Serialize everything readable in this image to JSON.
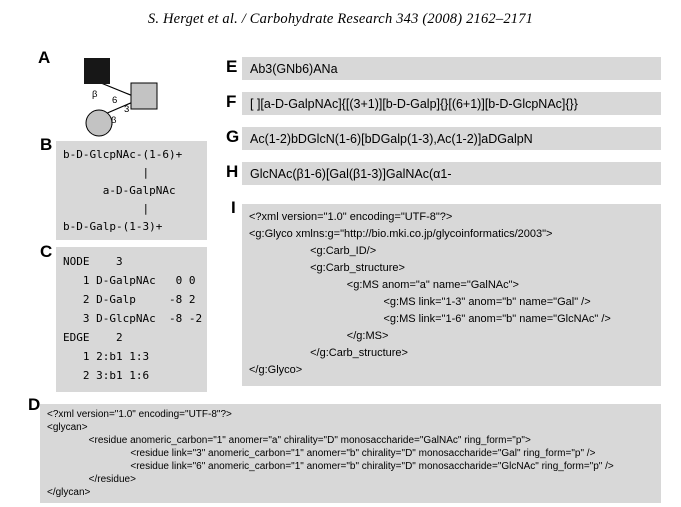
{
  "header": {
    "citation": "S. Herget et al. / Carbohydrate Research 343 (2008) 2162–2171"
  },
  "colors": {
    "box_background": "#d8d8d8",
    "symbol_black": "#171717",
    "symbol_gray": "#c3c3c3"
  },
  "panels": {
    "a": {
      "label": "A",
      "diagram": {
        "upper_anomer": "β",
        "upper_position": "6",
        "lower_anomer": "β",
        "lower_position": "3",
        "symbols": [
          "black-square",
          "gray-square",
          "gray-circle"
        ]
      }
    },
    "b": {
      "label": "B",
      "lines": [
        "b-D-GlcpNAc-(1-6)+",
        "            |",
        "      a-D-GalpNAc",
        "            |",
        "b-D-Galp-(1-3)+"
      ]
    },
    "c": {
      "label": "C",
      "lines": [
        "NODE    3",
        "   1 D-GalpNAc   0 0",
        "   2 D-Galp     -8 2",
        "   3 D-GlcpNAc  -8 -2",
        "EDGE    2",
        "   1 2:b1 1:3",
        "   2 3:b1 1:6"
      ]
    },
    "d": {
      "label": "D",
      "lines": [
        "<?xml version=\"1.0\" encoding=\"UTF-8\"?>",
        "<glycan>",
        "               <residue anomeric_carbon=\"1\" anomer=\"a\" chirality=\"D\" monosaccharide=\"GalNAc\" ring_form=\"p\">",
        "                              <residue link=\"3\" anomeric_carbon=\"1\" anomer=\"b\" chirality=\"D\" monosaccharide=\"Gal\" ring_form=\"p\" />",
        "                              <residue link=\"6\" anomeric_carbon=\"1\" anomer=\"b\" chirality=\"D\" monosaccharide=\"GlcNAc\" ring_form=\"p\" />",
        "               </residue>",
        "</glycan>"
      ]
    },
    "e": {
      "label": "E",
      "text": "Ab3(GNb6)ANa"
    },
    "f": {
      "label": "F",
      "text": "[ ][a-D-GalpNAc]{[(3+1)][b-D-Galp]{}[(6+1)][b-D-GlcpNAc]{}}"
    },
    "g": {
      "label": "G",
      "text": "Ac(1-2)bDGlcN(1-6)[bDGalp(1-3),Ac(1-2)]aDGalpN"
    },
    "h": {
      "label": "H",
      "text": "GlcNAc(β1-6)[Gal(β1-3)]GalNAc(α1-"
    },
    "i": {
      "label": "I",
      "lines": [
        "<?xml version=\"1.0\" encoding=\"UTF-8\"?>",
        "<g:Glyco xmlns:g=\"http://bio.mki.co.jp/glycoinformatics/2003\">",
        "                    <g:Carb_ID/>",
        "                    <g:Carb_structure>",
        "                                <g:MS anom=\"a\" name=\"GalNAc\">",
        "                                            <g:MS link=\"1-3\" anom=\"b\" name=\"Gal\" />",
        "                                            <g:MS link=\"1-6\" anom=\"b\" name=\"GlcNAc\" />",
        "                                </g:MS>",
        "                    </g:Carb_structure>",
        "</g:Glyco>"
      ]
    }
  }
}
